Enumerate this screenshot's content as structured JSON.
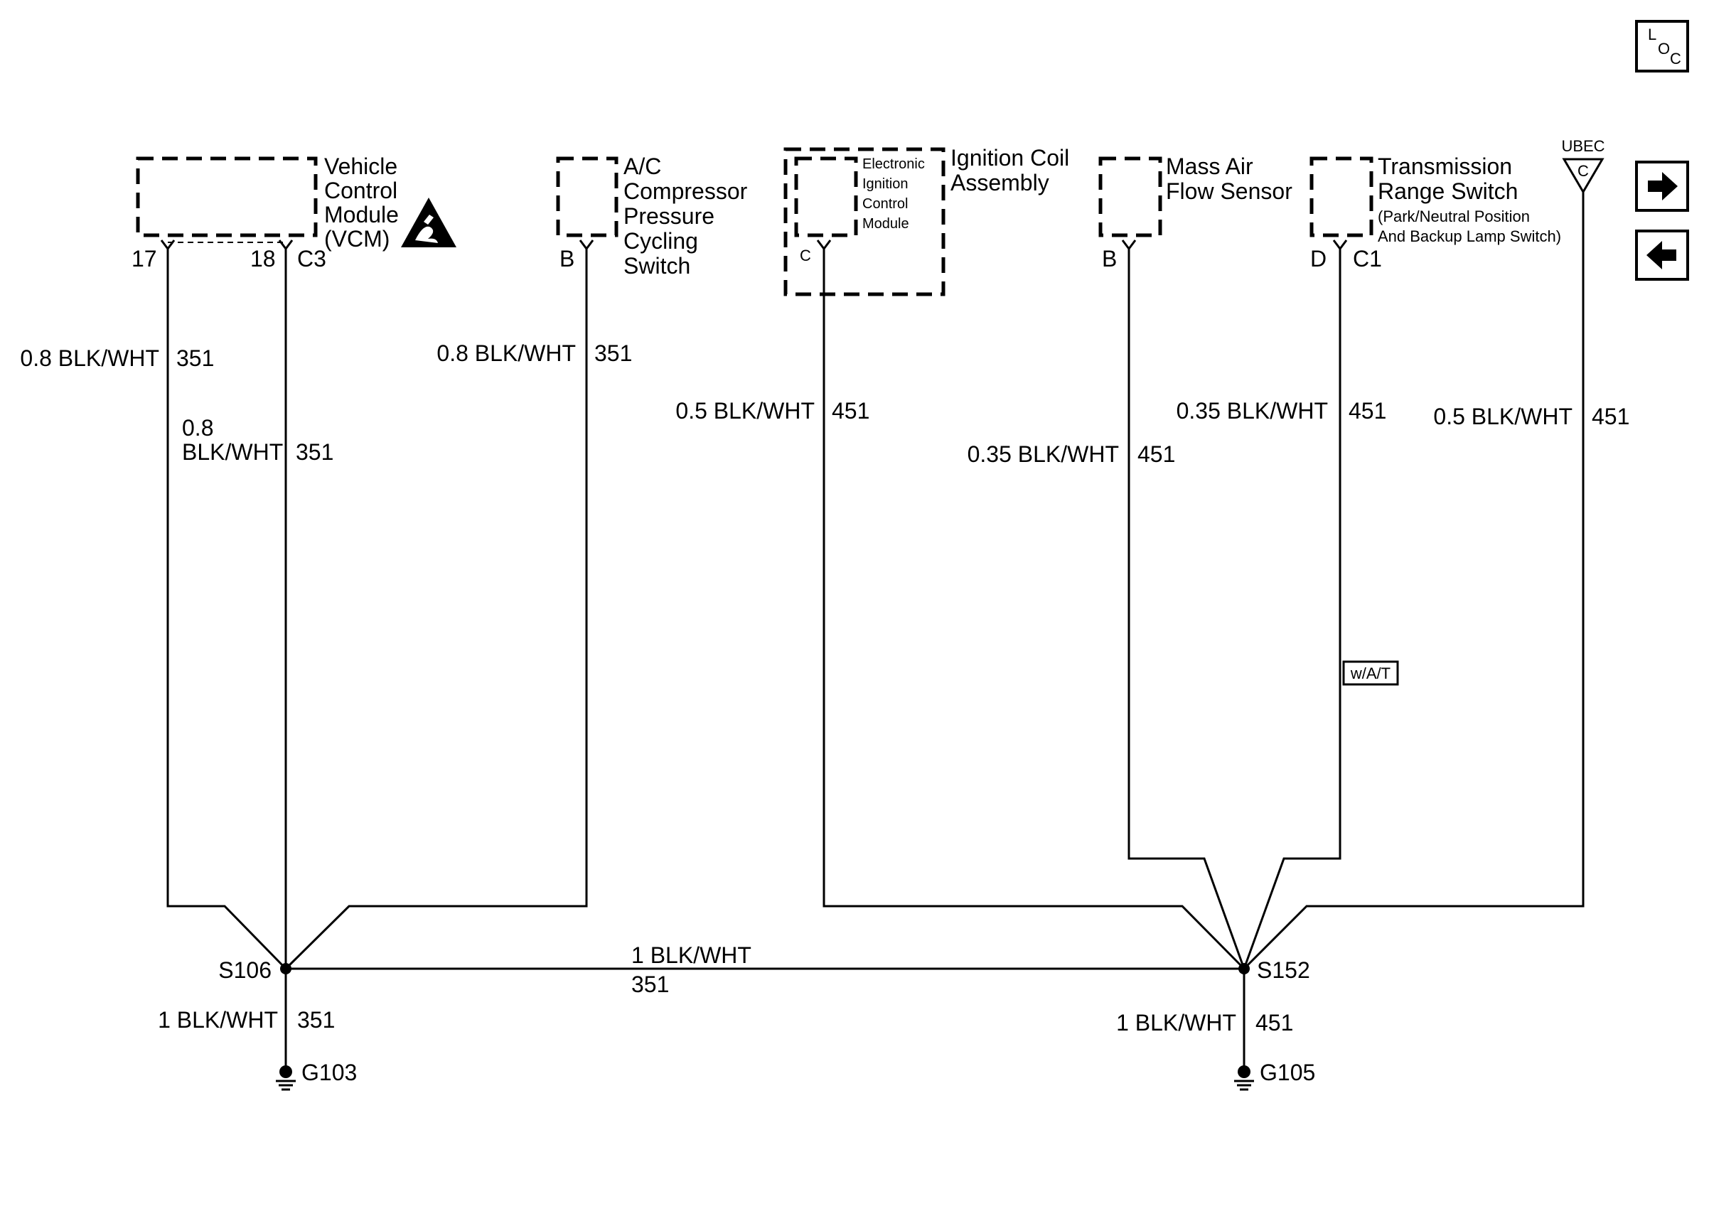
{
  "components": {
    "vcm": {
      "name": [
        "Vehicle",
        "Control",
        "Module",
        "(VCM)"
      ],
      "pin_a": "17",
      "pin_b": "18",
      "connector": "C3"
    },
    "ac_switch": {
      "name": [
        "A/C",
        "Compressor",
        "Pressure",
        "Cycling",
        "Switch"
      ],
      "pin": "B"
    },
    "ignition": {
      "name": [
        "Ignition Coil",
        "Assembly"
      ],
      "inner": [
        "Electronic",
        "Ignition",
        "Control",
        "Module"
      ],
      "pin": "C"
    },
    "maf": {
      "name": [
        "Mass Air",
        "Flow Sensor"
      ],
      "pin": "B"
    },
    "trs": {
      "name": [
        "Transmission",
        "Range Switch"
      ],
      "sub": [
        "(Park/Neutral Position",
        "And Backup Lamp Switch)"
      ],
      "pin": "D",
      "connector": "C1"
    },
    "ubec": {
      "name": "UBEC",
      "pin": "C"
    }
  },
  "wires": {
    "vcm17": {
      "gauge": "0.8 BLK/WHT",
      "circuit": "351"
    },
    "vcm18": {
      "gauge_line1": "0.8",
      "gauge_line2": "BLK/WHT",
      "circuit": "351"
    },
    "ac": {
      "gauge": "0.8 BLK/WHT",
      "circuit": "351"
    },
    "ign": {
      "gauge": "0.5 BLK/WHT",
      "circuit": "451"
    },
    "maf": {
      "gauge": "0.35 BLK/WHT",
      "circuit": "451"
    },
    "trs": {
      "gauge": "0.35 BLK/WHT",
      "circuit": "451"
    },
    "ubec": {
      "gauge": "0.5 BLK/WHT",
      "circuit": "451"
    },
    "bus": {
      "gauge": "1 BLK/WHT",
      "circuit": "351"
    },
    "g103": {
      "gauge": "1 BLK/WHT",
      "circuit": "351"
    },
    "g105": {
      "gauge": "1 BLK/WHT",
      "circuit": "451"
    }
  },
  "splices": {
    "left": "S106",
    "right": "S152"
  },
  "grounds": {
    "left": "G103",
    "right": "G105"
  },
  "option_tag": "w/A/T",
  "loc_button": {
    "letter_l": "L",
    "letter_o": "O",
    "letter_c": "C"
  },
  "icons": {
    "esd": "esd-warning-icon",
    "next": "arrow-right-icon",
    "prev": "arrow-left-icon"
  }
}
